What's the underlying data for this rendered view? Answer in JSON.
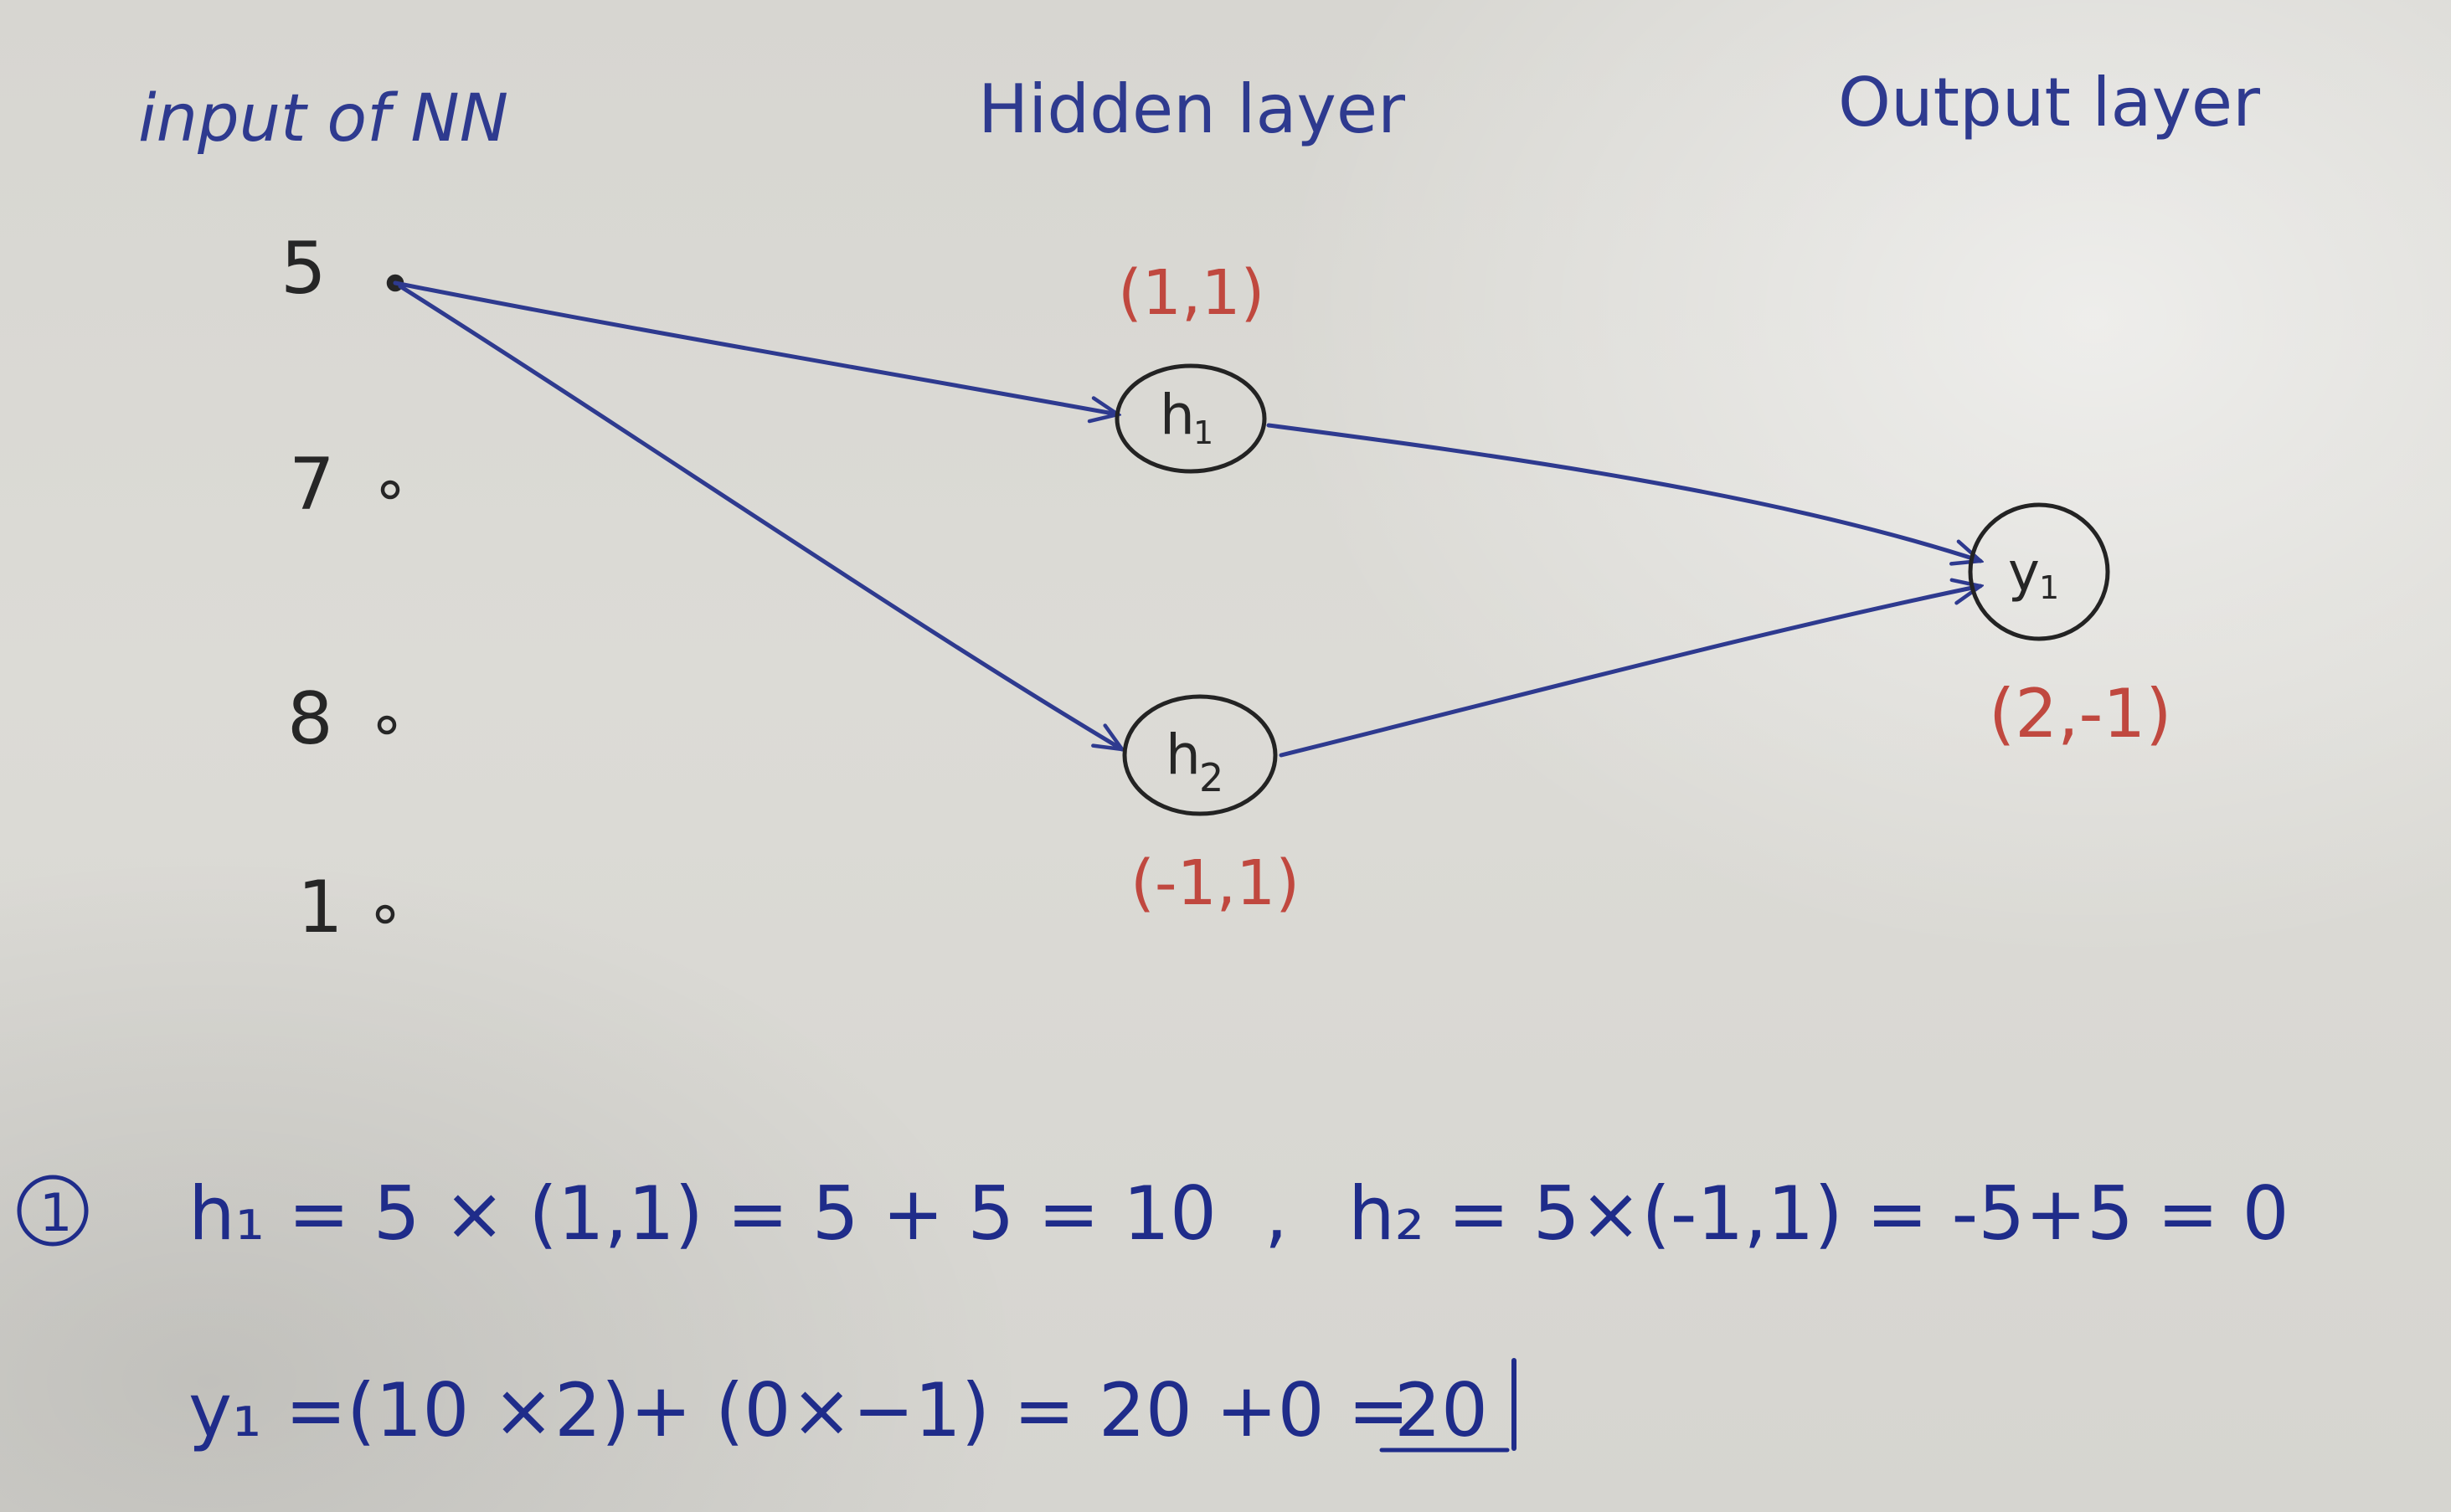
{
  "headers": {
    "input": "input of NN",
    "hidden": "Hidden layer",
    "output": "Output layer"
  },
  "inputs": [
    "5",
    "7",
    "8",
    "1"
  ],
  "hidden_nodes": [
    {
      "label": "h",
      "subscript": "1",
      "weights": "(1,1)"
    },
    {
      "label": "h",
      "subscript": "2",
      "weights": "(-1,1)"
    }
  ],
  "output_node": {
    "label": "y",
    "subscript": "1",
    "weights": "(2,-1)"
  },
  "equations": {
    "step_marker": "1",
    "line1_h1": "h₁ = 5 × (1,1) = 5 + 5  = 10",
    "line1_sep": ",",
    "line1_h2": "h₂ = 5×(-1,1) = -5+5 = 0",
    "line2": "y₁ =(10 ×2)+  (0×−1)  =  20 +0 = ",
    "line2_result": "20"
  },
  "colors": {
    "ink_blue": "#2e3a8f",
    "ink_red": "#c0483f",
    "ink_black": "#262626"
  }
}
